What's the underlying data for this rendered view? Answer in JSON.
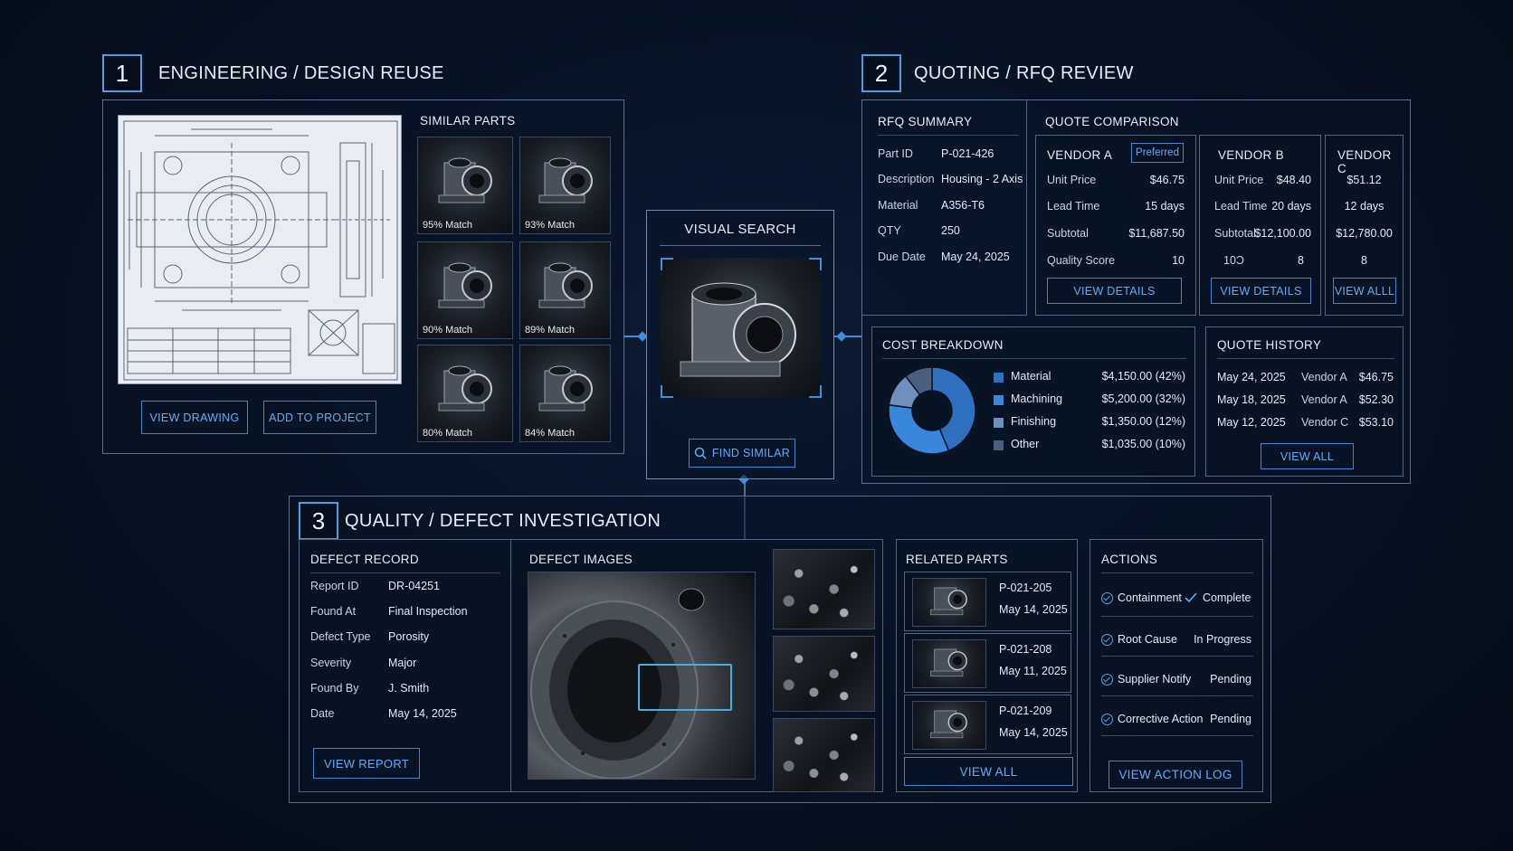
{
  "colors": {
    "accent": "#3e86d4",
    "accent_bright": "#5eaef5",
    "background": "#07101f",
    "border": "#5b6f8c"
  },
  "section1": {
    "number": "1",
    "title": "ENGINEERING / DESIGN REUSE",
    "similar_parts_title": "SIMILAR PARTS",
    "matches": [
      "95% Match",
      "93% Match",
      "90% Match",
      "89% Match",
      "80% Match",
      "84% Match"
    ],
    "view_drawing": "VIEW DRAWING",
    "add_to_project": "ADD TO PROJECT"
  },
  "visual_search": {
    "title": "VISUAL SEARCH",
    "find_similar": "FIND SIMILAR",
    "icon": "search-icon"
  },
  "section2": {
    "number": "2",
    "title": "QUOTING / RFQ REVIEW",
    "rfq": {
      "title": "RFQ SUMMARY",
      "rows": [
        {
          "k": "Part ID",
          "v": "P-021-426"
        },
        {
          "k": "Description",
          "v": "Housing - 2 Axis"
        },
        {
          "k": "Material",
          "v": "A356-T6"
        },
        {
          "k": "QTY",
          "v": "250"
        },
        {
          "k": "Due Date",
          "v": "May 24, 2025"
        }
      ]
    },
    "quote_comparison_title": "QUOTE COMPARISON",
    "vendor_a": {
      "name": "VENDOR A",
      "badge": "Preferred",
      "rows": [
        {
          "k": "Unit Price",
          "v": "$46.75"
        },
        {
          "k": "Lead Time",
          "v": "15 days"
        },
        {
          "k": "Subtotal",
          "v": "$11,687.50"
        },
        {
          "k": "Quality Score",
          "v": "10"
        }
      ],
      "button": "VIEW DETAILS"
    },
    "vendor_b": {
      "name": "VENDOR B",
      "rows": [
        {
          "k": "Unit Price",
          "v": "$48.40"
        },
        {
          "k": "Lead Time",
          "v": "20 days"
        },
        {
          "k": "Subtotal",
          "v": "$12,100.00"
        },
        {
          "k": "10Ɔ",
          "v": "8"
        }
      ],
      "button": "VIEW DETAILS"
    },
    "vendor_c": {
      "name": "VENDOR C",
      "values": [
        "$51.12",
        "12 days",
        "$12,780.00",
        "8"
      ],
      "button": "VIEW ALLL"
    },
    "cost_breakdown": {
      "title": "COST BREAKDOWN",
      "items": [
        {
          "name": "Material",
          "value": "$4,150.00 (42%)",
          "pct": 42,
          "color": "#2f6fbf"
        },
        {
          "name": "Machining",
          "value": "$5,200.00 (32%)",
          "pct": 32,
          "color": "#3a86dc"
        },
        {
          "name": "Finishing",
          "value": "$1,350.00 (12%)",
          "pct": 12,
          "color": "#6f8fbf"
        },
        {
          "name": "Other",
          "value": "$1,035.00 (10%)",
          "pct": 10,
          "color": "#4a5f80"
        }
      ]
    },
    "quote_history": {
      "title": "QUOTE HISTORY",
      "rows": [
        {
          "date": "May 24, 2025",
          "vendor": "Vendor A",
          "price": "$46.75"
        },
        {
          "date": "May 18, 2025",
          "vendor": "Vendor A",
          "price": "$52.30"
        },
        {
          "date": "May 12, 2025",
          "vendor": "Vendor C",
          "price": "$53.10"
        }
      ],
      "button": "VIEW ALL"
    }
  },
  "section3": {
    "number": "3",
    "title": "QUALITY / DEFECT INVESTIGATION",
    "defect_record": {
      "title": "DEFECT RECORD",
      "rows": [
        {
          "k": "Report ID",
          "v": "DR-04251"
        },
        {
          "k": "Found At",
          "v": "Final Inspection"
        },
        {
          "k": "Defect Type",
          "v": "Porosity"
        },
        {
          "k": "Severity",
          "v": "Major"
        },
        {
          "k": "Found By",
          "v": "J. Smith"
        },
        {
          "k": "Date",
          "v": "May 14, 2025"
        }
      ],
      "button": "VIEW REPORT"
    },
    "defect_images_title": "DEFECT IMAGES",
    "related_parts": {
      "title": "RELATED PARTS",
      "items": [
        {
          "id": "P-021-205",
          "date": "May 14, 2025"
        },
        {
          "id": "P-021-208",
          "date": "May 11, 2025"
        },
        {
          "id": "P-021-209",
          "date": "May 14, 2025"
        }
      ],
      "button": "VIEW ALL"
    },
    "actions": {
      "title": "ACTIONS",
      "items": [
        {
          "name": "Containment",
          "status": "Complete"
        },
        {
          "name": "Root Cause",
          "status": "In Progress"
        },
        {
          "name": "Supplier Notify",
          "status": "Pending"
        },
        {
          "name": "Corrective Action",
          "status": "Pending"
        }
      ],
      "button": "VIEW ACTION LOG"
    }
  }
}
